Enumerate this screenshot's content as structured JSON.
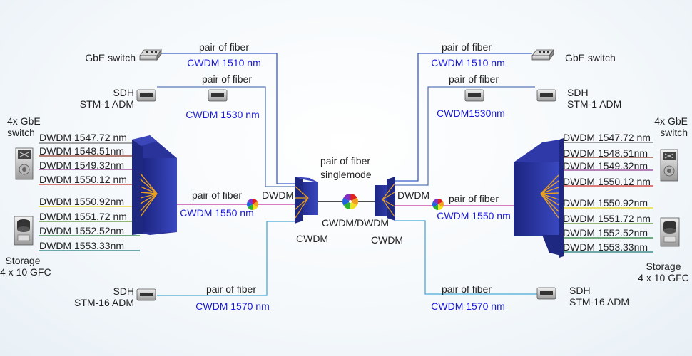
{
  "left": {
    "gbe_switch": "GbE switch",
    "sdh_stm1": "SDH\nSTM-1 ADM",
    "gbe4x": "4x GbE\nswitch",
    "storage": "Storage\n4 x 10 GFC",
    "sdh_stm16": "SDH\nSTM-16 ADM",
    "link_1510": {
      "top": "pair of fiber",
      "bottom": "CWDM 1510 nm"
    },
    "link_1530": {
      "top": "pair of fiber",
      "bottom": "CWDM 1530 nm"
    },
    "link_1550": {
      "top": "pair of fiber",
      "bottom": "CWDM 1550 nm"
    },
    "link_1570": {
      "top": "pair of fiber",
      "bottom": "CWDM 1570 nm"
    },
    "dwdm_channels": [
      "DWDM 1547.72 nm",
      "DWDM 1548.51nm",
      "DWDM 1549.32nm",
      "DWDM 1550.12 nm",
      "DWDM 1550.92nm",
      "DWDM 1551.72 nm",
      "DWDM 1552.52nm",
      "DWDM 1553.33nm"
    ],
    "dwdm_label": "DWDM",
    "cwdm_label": "CWDM"
  },
  "center": {
    "link_top": "pair of fiber",
    "link_bottom": "singlemode",
    "mux_label": "CWDM/DWDM"
  },
  "right": {
    "gbe_switch": "GbE switch",
    "sdh_stm1": "SDH\nSTM-1 ADM",
    "gbe4x": "4x GbE\nswitch",
    "storage": "Storage\n4 x 10 GFC",
    "sdh_stm16": "SDH\nSTM-16 ADM",
    "link_1510": {
      "top": "pair of fiber",
      "bottom": "CWDM 1510 nm"
    },
    "link_1530": {
      "top": "pair of fiber",
      "bottom": "CWDM1530nm"
    },
    "link_1550": {
      "top": "pair of fiber",
      "bottom": "CWDM 1550 nm"
    },
    "link_1570": {
      "top": "pair of fiber",
      "bottom": "CWDM 1570 nm"
    },
    "dwdm_channels": [
      "DWDM 1547.72 nm",
      "DWDM 1548.51nm",
      "DWDM 1549.32nm",
      "DWDM 1550.12 nm",
      "DWDM 1550.92nm",
      "DWDM 1551.72 nm",
      "DWDM 1552.52nm",
      "DWDM 1553.33nm"
    ],
    "dwdm_label": "DWDM",
    "cwdm_label": "CWDM"
  },
  "colors": {
    "line_1510": "#3a5bc8",
    "line_1530": "#5a78b8",
    "line_1550": "#c0309a",
    "line_1570": "#4aa8d8",
    "device_blue": "#27319a",
    "label_blue": "#1a1ad8",
    "channel_lines": [
      "#6f6f6f",
      "#8a3a2a",
      "#8e3b8e",
      "#c8302a",
      "#e8d420",
      "#5a8a2a",
      "#2a7a3a",
      "#1a7a7a"
    ]
  }
}
